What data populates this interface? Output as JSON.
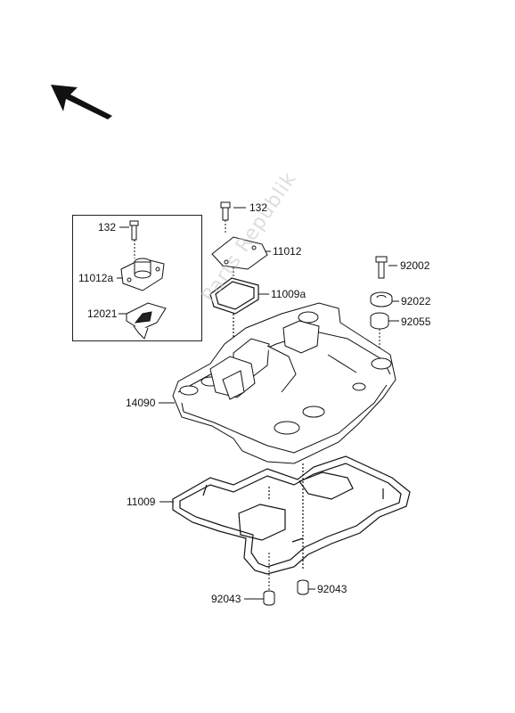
{
  "watermark_text": "Parts Republik",
  "direction_arrow_icon": "arrow-up-left-icon",
  "labels": {
    "p132_left": "132",
    "p11012a": "11012a",
    "p12021": "12021",
    "p132_top": "132",
    "p11012": "11012",
    "p11009a": "11009a",
    "p92002": "92002",
    "p92022": "92022",
    "p92055": "92055",
    "p14090": "14090",
    "p11009": "11009",
    "p92043_left": "92043",
    "p92043_right": "92043"
  }
}
